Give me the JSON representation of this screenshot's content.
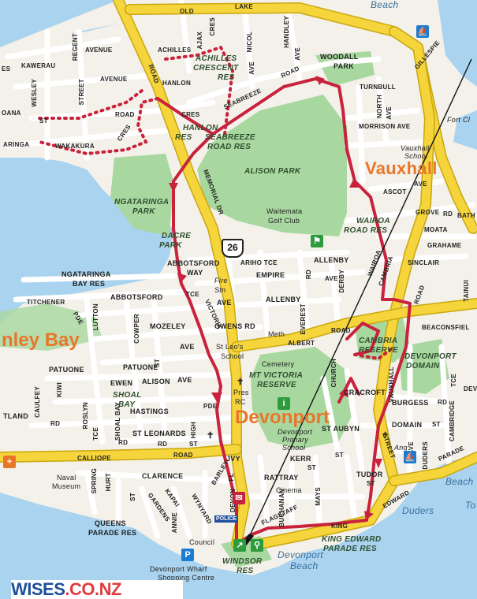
{
  "labels": {
    "old": "OLD",
    "lake": "LAKE",
    "beach_top": "Beach",
    "ajax": "AJAX",
    "cres_top": "CRES",
    "nicol": "NICOL",
    "handley": "HANDLEY",
    "ave_handley": "AVE",
    "regent": "REGENT",
    "avenue_1": "AVENUE",
    "achilles": "ACHILLES",
    "achilles_cres_res": "ACHILLES",
    "crescent": "CRESCENT",
    "res_1": "RES",
    "woodall": "WOODALL",
    "park_w": "PARK",
    "gillespie": "GILLESPIE",
    "kawerau": "KAWERAU",
    "es": "ES",
    "avenue_2": "AVENUE",
    "hanlon": "HANLON",
    "ave_1": "AVE",
    "wesley": "WESLEY",
    "street_1": "STREET",
    "road_vert": "ROAD",
    "road_1": "ROAD",
    "seabreeze": "SEABREEZE",
    "road_2": "ROAD",
    "turnbull": "TURNBULL",
    "north": "NORTH",
    "ave_n": "AVE",
    "oana": "OANA",
    "st_1": "ST",
    "cres_2": "CRES",
    "hanlon_res": "HANLON",
    "res_2": "RES",
    "aringa": "ARINGA",
    "wakakura": "WAKAKURA",
    "cres_w": "CRES",
    "morrison": "MORRISON AVE",
    "vauxhall_school": "Vauxhall",
    "school": "School",
    "fort_cl": "Fort Cl",
    "seabreeze_res": "SEABREEZE",
    "road_res": "ROAD RES",
    "alison_park": "ALISON PARK",
    "vauxhall": "Vauxhall",
    "ascot": "ASCOT",
    "ave_a": "AVE",
    "memorial": "MEMORIAL DR",
    "ngataringa_park": "NGATARINGA",
    "park_n": "PARK",
    "waitemata": "Waitemata",
    "golf_club": "Golf Club",
    "wairoa": "WAIROA",
    "road_res_2": "ROAD RES",
    "grove": "GROVE",
    "rd_g": "RD",
    "moata": "MOATA",
    "grahame": "GRAHAME",
    "bath": "BATH",
    "dacre": "DACRE",
    "park_d": "PARK",
    "shield": "26",
    "abbotsford_way": "ABBOTSFORD",
    "way": "WAY",
    "ariho": "ARIHO TCE",
    "allenby_1": "ALLENBY",
    "ave_al": "AVE",
    "sinclair": "SINCLAIR",
    "ngataringa_bay": "NGATARINGA",
    "bay_res": "BAY RES",
    "fire": "Fire",
    "stn": "Stn",
    "empire": "EMPIRE",
    "rd_e": "RD",
    "derby": "DERBY",
    "wairoa_v": "WAIROA",
    "cambria": "CAMBRIA",
    "road_c": "ROAD",
    "tainui": "TAINUI",
    "titchener": "TITCHENER",
    "abbotsford_2": "ABBOTSFORD",
    "tce_1": "TCE",
    "ave_2": "AVE",
    "allenby_2": "ALLENBY",
    "everest": "EVEREST",
    "beaconsfield": "BEACONSFIEL",
    "nley_bay": "nley Bay",
    "pde": "PDE",
    "lutton": "LUTTON",
    "mozeley": "MOZELEY",
    "owens": "OWENS RD",
    "meth": "Meth",
    "albert": "ALBERT",
    "road_al": "ROAD",
    "cambria_res": "CAMBRIA",
    "reserve": "RESERVE",
    "cowper": "COWPER",
    "ave_3": "AVE",
    "victoria": "VICTORIA",
    "st_leos": "St Leo's",
    "school_2": "School",
    "cemetery": "Cemetery",
    "devonport_domain": "DEVONPORT",
    "domain": "DOMAIN",
    "patuone_1": "PATUONE",
    "patuone_2": "PATUONE",
    "st_p": "ST",
    "mt_victoria": "MT VICTORIA",
    "reserve_2": "RESERVE",
    "church": "CHURCH",
    "vauxhall_road": "VAUXHALL",
    "dev_right": "DEVO",
    "tce_r": "TCE",
    "kiwi": "KIWI",
    "caulfey": "CAULFEY",
    "ewen": "EWEN",
    "alison_2": "ALISON",
    "ave_4": "AVE",
    "shoal_bay": "SHOAL",
    "bay_s": "BAY",
    "pres": "Pres",
    "rc": "RC",
    "cracroft": "CRACROFT",
    "burgess": "BURGESS",
    "rd_b": "RD",
    "hastings": "HASTINGS",
    "pde_h": "PDE",
    "devonport": "Devonport",
    "tland": "TLAND",
    "rd_t": "RD",
    "roslyn": "ROSLYN",
    "tce_ro": "TCE",
    "shoal_bay_rd": "SHOAL BAY",
    "rd_sb": "RD",
    "domain_st": "DOMAIN",
    "st_d": "ST",
    "cambridge": "CAMBRIDGE",
    "st_leonards": "ST LEONARDS",
    "rd_sl": "RD",
    "high": "HIGH",
    "st_h": "ST",
    "devonport_primary": "Devonport",
    "primary": "Primary",
    "school_3": "School",
    "st_aubyn": "ST AUBYN",
    "st_au": "ST",
    "ang": "Ang",
    "ave_ang": "AVE",
    "duders": "DUDERS",
    "kerr": "KERR",
    "st_k": "ST",
    "street_2": "STREET",
    "parade": "PARADE",
    "calliope": "CALLIOPE",
    "road_cal": "ROAD",
    "jvy": "JVY",
    "naval": "Naval",
    "museum": "Museum",
    "spring": "SPRING",
    "hurt": "HURT",
    "clarence": "CLARENCE",
    "barley": "BARLEY",
    "fl": "FL",
    "rattray": "RATTRAY",
    "tudor": "TUDOR",
    "st_t": "ST",
    "duders_beach": "Duders",
    "beach_d": "Beach",
    "beach_r": "Beach",
    "st_c": "ST",
    "kapai": "KAPAI",
    "gardens": "GARDENS",
    "devonport_st": "DEVON",
    "buchanan": "BUCHANAN",
    "mays": "MAYS",
    "edward": "EDWARD",
    "queens": "QUEENS",
    "parade_res": "PARADE RES",
    "annie": "ANNIE",
    "wynyard": "WYNYARD",
    "police": "POLICE",
    "flagstaff": "FLAGSTAFF",
    "king": "KING",
    "council": "Council",
    "king_edward": "KING EDWARD",
    "parade_res_2": "PARADE RES",
    "windsor": "WINDSOR",
    "res_w": "RES",
    "devonport_beach": "Devonport",
    "beach_db": "Beach",
    "wharf": "Devonport Wharf",
    "shopping": "Shopping Centre",
    "cinema": "Cinema",
    "to": "To"
  },
  "logo": {
    "part1": "WISES",
    "part2": ".CO.NZ"
  },
  "colors": {
    "water": "#a9d3ee",
    "land": "#f4f1ea",
    "park": "#a8d8a0",
    "road_major": "#f5d43c",
    "road_major_edge": "#c9a80e",
    "route": "#c8223c",
    "logo_blue": "#1d4f9c",
    "logo_red": "#e03a3e"
  },
  "map_icons": [
    "police-icon",
    "parking-icon",
    "information-icon",
    "golf-icon",
    "mail-icon",
    "church-icon"
  ]
}
